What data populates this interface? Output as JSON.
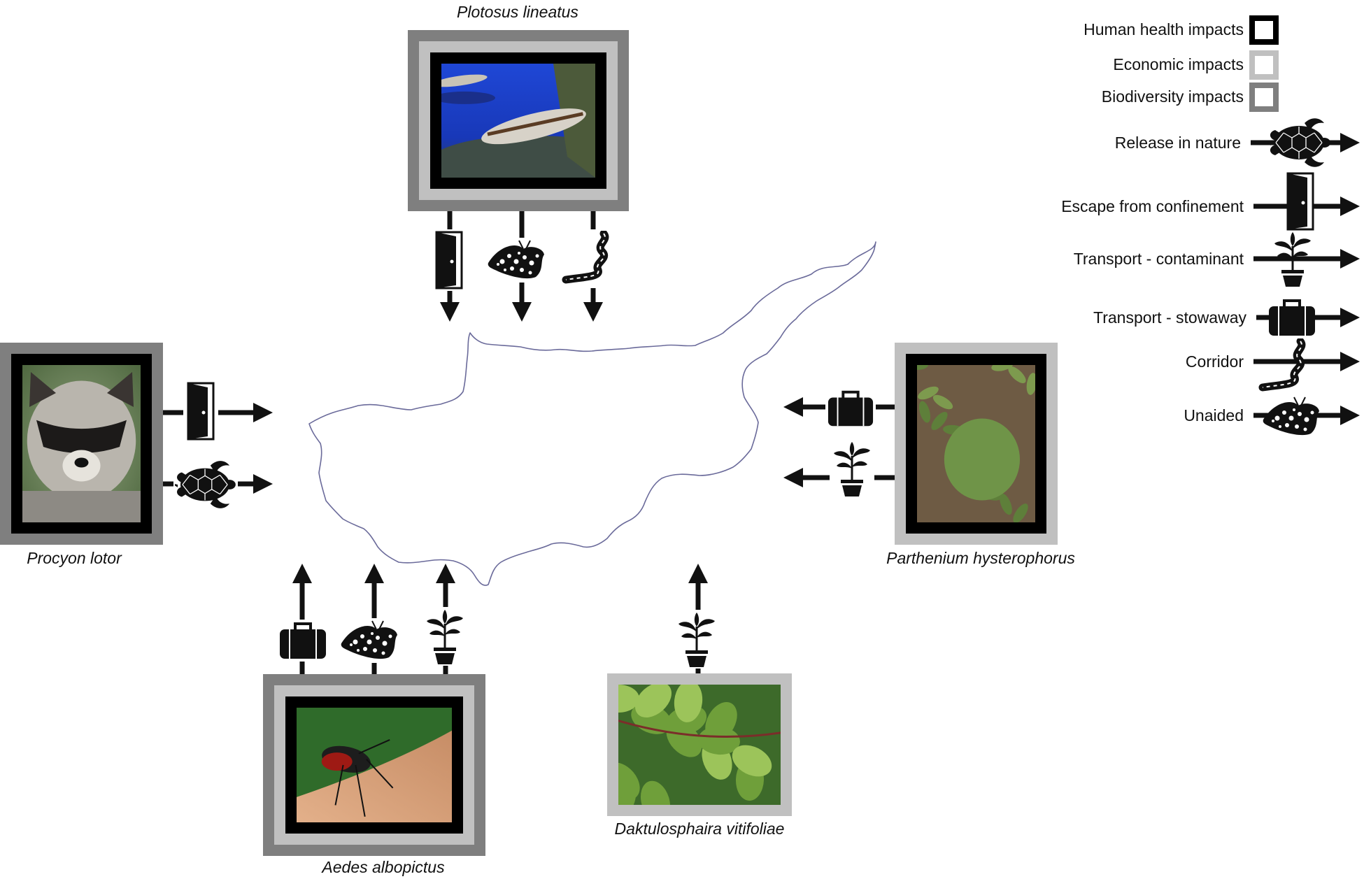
{
  "species": [
    {
      "id": "plotosus",
      "name": "Plotosus lineatus",
      "impacts": [
        "biodiversity",
        "economic",
        "human_health"
      ],
      "pathways": [
        "escape",
        "unaided",
        "corridor"
      ]
    },
    {
      "id": "procyon",
      "name": "Procyon lotor",
      "impacts": [
        "biodiversity",
        "human_health"
      ],
      "pathways": [
        "escape",
        "release"
      ]
    },
    {
      "id": "parthenium",
      "name": "Parthenium hysterophorus",
      "impacts": [
        "economic",
        "human_health"
      ],
      "pathways": [
        "stowaway",
        "contaminant"
      ]
    },
    {
      "id": "aedes",
      "name": "Aedes albopictus",
      "impacts": [
        "biodiversity",
        "economic",
        "human_health"
      ],
      "pathways": [
        "stowaway",
        "unaided",
        "contaminant"
      ]
    },
    {
      "id": "daktulosphaira",
      "name": "Daktulosphaira vitifoliae",
      "impacts": [
        "economic"
      ],
      "pathways": [
        "contaminant"
      ]
    }
  ],
  "legend": {
    "impacts": [
      {
        "key": "human_health",
        "label": "Human health impacts",
        "color": "#000000"
      },
      {
        "key": "economic",
        "label": "Economic impacts",
        "color": "#c0c0c0"
      },
      {
        "key": "biodiversity",
        "label": "Biodiversity impacts",
        "color": "#7f7f7f"
      }
    ],
    "pathways": [
      {
        "key": "release",
        "label": "Release in nature",
        "icon": "turtle-icon"
      },
      {
        "key": "escape",
        "label": "Escape from confinement",
        "icon": "door-icon"
      },
      {
        "key": "contaminant",
        "label": "Transport - contaminant",
        "icon": "potted-plant-icon"
      },
      {
        "key": "stowaway",
        "label": "Transport - stowaway",
        "icon": "suitcase-icon"
      },
      {
        "key": "corridor",
        "label": "Corridor",
        "icon": "winding-road-icon"
      },
      {
        "key": "unaided",
        "label": "Unaided",
        "icon": "moth-icon"
      }
    ]
  },
  "colors": {
    "human_health_frame": "#000000",
    "economic_frame": "#c0c0c0",
    "biodiversity_frame": "#7f7f7f",
    "island_outline": "#6a6a9a"
  }
}
